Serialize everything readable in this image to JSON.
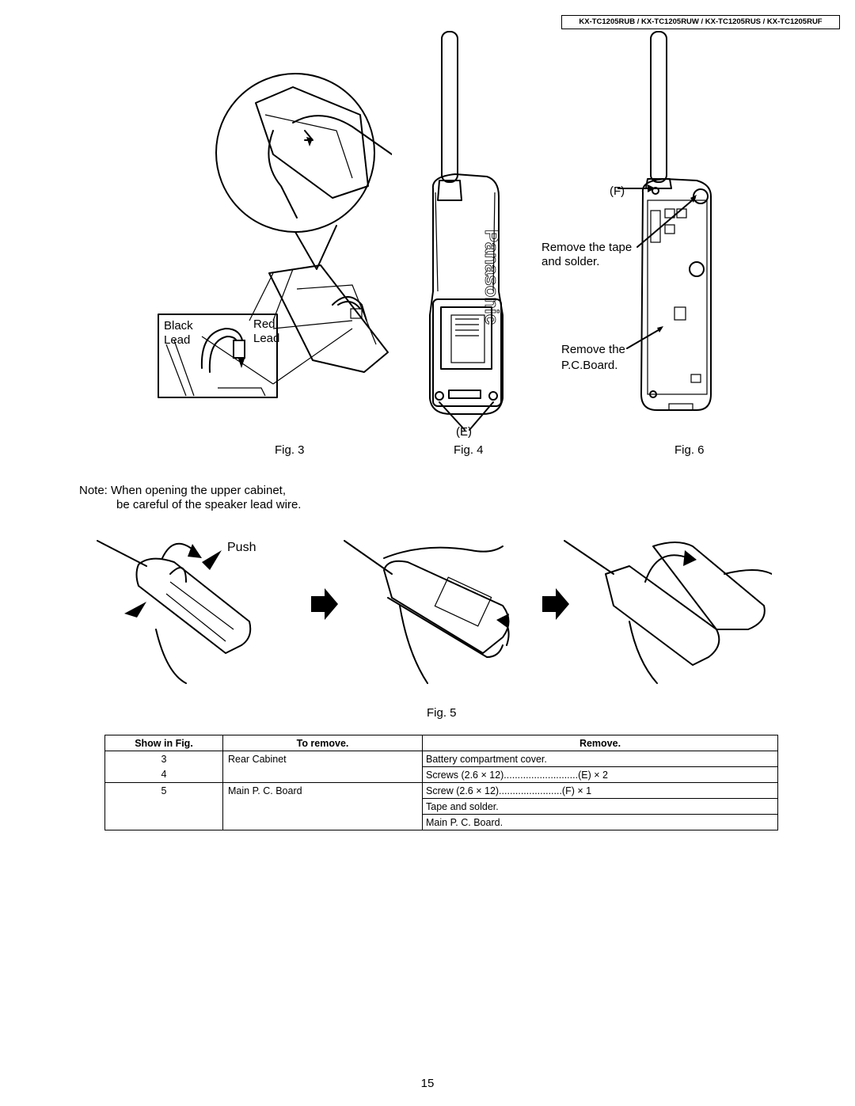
{
  "header": {
    "models": "KX-TC1205RUB / KX-TC1205RUW / KX-TC1205RUS / KX-TC1205RUF"
  },
  "figures": {
    "fig3": {
      "caption": "Fig. 3",
      "black_lead": "Black Lead",
      "black": "Black",
      "lead_left": "Lead",
      "red": "Red",
      "lead_right": "Lead"
    },
    "fig4": {
      "caption": "Fig. 4",
      "brand": "Panasonic",
      "screw_label": "(E)"
    },
    "fig6": {
      "caption": "Fig. 6",
      "screw_label": "(F)",
      "tape_line1": "Remove the tape",
      "tape_line2": "and solder.",
      "board_line1": "Remove the",
      "board_line2": "P.C.Board."
    },
    "fig5": {
      "caption": "Fig. 5",
      "push": "Push"
    }
  },
  "note": {
    "line1": "Note:  When opening the upper cabinet,",
    "line2": "be careful of the speaker lead wire."
  },
  "table": {
    "headers": {
      "show": "Show in Fig.",
      "to_remove": "To remove.",
      "remove": "Remove."
    },
    "rows": [
      {
        "fig": "3",
        "part": "Rear Cabinet",
        "steps": [
          "Battery compartment cover."
        ]
      },
      {
        "fig": "4",
        "part": "",
        "steps": [
          "Screws (2.6 × 12)...........................(E)  × 2"
        ]
      },
      {
        "fig": "5",
        "part": "Main P. C. Board",
        "steps": [
          "Screw (2.6 × 12).......................(F)  × 1",
          "Tape and solder.",
          "Main P. C. Board."
        ]
      }
    ]
  },
  "page_number": "15"
}
